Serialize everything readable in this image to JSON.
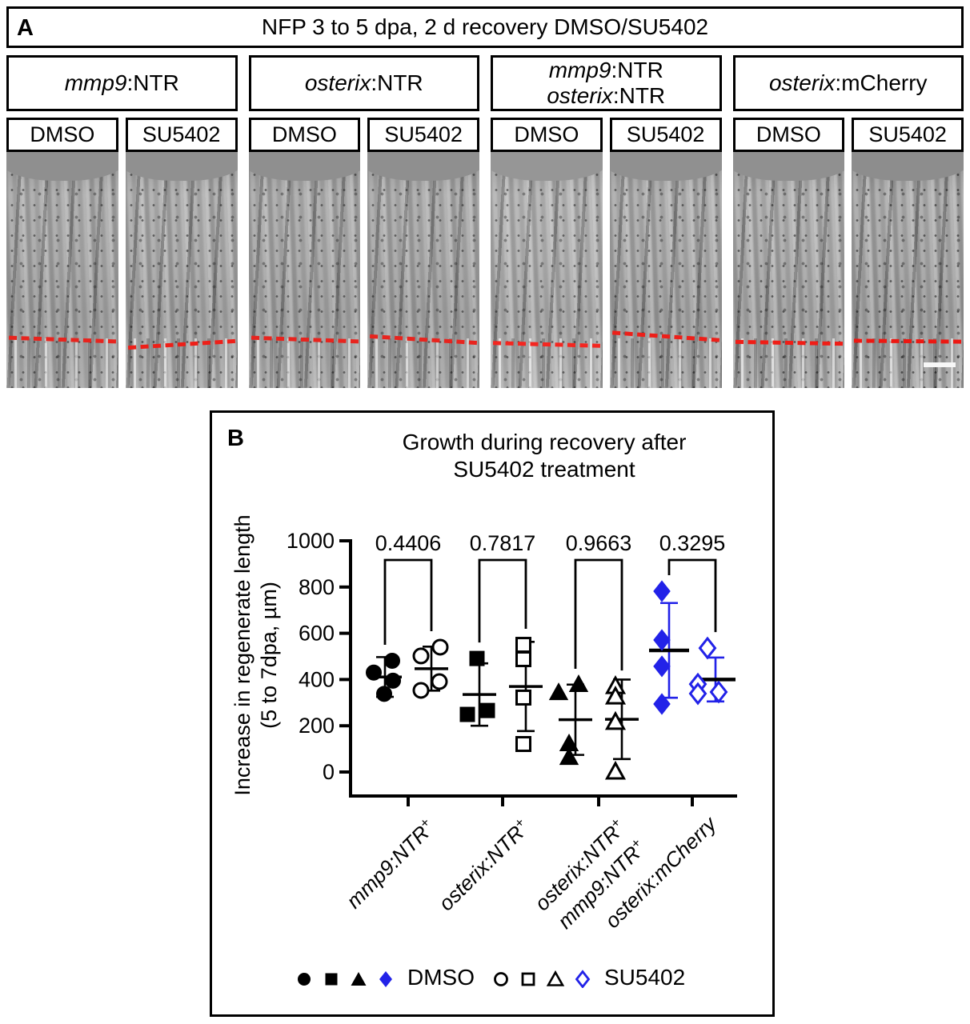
{
  "panelA": {
    "label": "A",
    "header": "NFP 3 to 5 dpa, 2 d recovery DMSO/SU5402",
    "groups": [
      {
        "l1i": "mmp9",
        "l1r": ":NTR",
        "l2i": "",
        "l2r": ""
      },
      {
        "l1i": "osterix",
        "l1r": ":NTR",
        "l2i": "",
        "l2r": ""
      },
      {
        "l1i": "mmp9",
        "l1r": ":NTR",
        "l2i": "osterix",
        "l2r": ":NTR"
      },
      {
        "l1i": "osterix",
        "l1r": ":mCherry",
        "l2i": "",
        "l2r": ""
      }
    ],
    "treatments": [
      "DMSO",
      "SU5402",
      "DMSO",
      "SU5402",
      "DMSO",
      "SU5402",
      "DMSO",
      "SU5402"
    ],
    "micrograph_note": "grayscale fin regenerate micrographs, red dashed amputation plane, scale bar in last image"
  },
  "panelB": {
    "label": "B"
  },
  "chart_data": {
    "type": "scatter",
    "title": [
      "Growth during recovery after",
      "SU5402 treatment"
    ],
    "ylabel": [
      "Increase in regenerate length",
      "(5 to 7dpa, µm)"
    ],
    "ylim": [
      0,
      1000
    ],
    "yticks": [
      0,
      200,
      400,
      600,
      800,
      1000
    ],
    "grid": false,
    "legend_position": "bottom",
    "categories": [
      {
        "lines": [
          {
            "italic": "mmp9",
            "rest": ":NTR",
            "sup": "+"
          }
        ]
      },
      {
        "lines": [
          {
            "italic": "osterix",
            "rest": ":NTR",
            "sup": "+"
          }
        ]
      },
      {
        "lines": [
          {
            "italic": "osterix",
            "rest": ":NTR",
            "sup": "+"
          },
          {
            "italic": "mmp9",
            "rest": ":NTR",
            "sup": "+"
          }
        ]
      },
      {
        "lines": [
          {
            "italic": "osterix",
            "rest": ":mCherry",
            "sup": ""
          }
        ]
      }
    ],
    "p_values": [
      "0.4406",
      "0.7817",
      "0.9663",
      "0.3295"
    ],
    "series_keys": [
      "dmso",
      "su5402"
    ],
    "symbols_by_group": [
      "circle",
      "square",
      "triangle",
      "diamond"
    ],
    "groups": [
      {
        "dmso": {
          "points": [
            481,
            430,
            395,
            338
          ],
          "dx": [
            9,
            -14,
            10,
            -1
          ],
          "mean": 411,
          "sd": 86
        },
        "su5402": {
          "points": [
            540,
            502,
            391,
            353
          ],
          "dx": [
            11,
            -13,
            10,
            -13
          ],
          "mean": 447,
          "sd": 95
        }
      },
      {
        "dmso": {
          "points": [
            491,
            266,
            249
          ],
          "dx": [
            -3,
            10,
            -15
          ],
          "mean": 335,
          "sd": 135
        },
        "su5402": {
          "points": [
            550,
            488,
            322,
            121
          ],
          "dx": [
            -3,
            -3,
            -3,
            -3
          ],
          "mean": 370,
          "sd": 193
        }
      },
      {
        "dmso": {
          "points": [
            377,
            342,
            121,
            62
          ],
          "dx": [
            4,
            -21,
            -8,
            -8
          ],
          "mean": 226,
          "sd": 152
        },
        "su5402": {
          "points": [
            370,
            325,
            215,
            0
          ],
          "dx": [
            -8,
            -8,
            -8,
            -8
          ],
          "mean": 228,
          "sd": 172
        }
      },
      {
        "dmso": {
          "points": [
            782,
            571,
            457,
            294
          ],
          "dx": [
            -9,
            -9,
            -9,
            -9
          ],
          "mean": 526,
          "sd": 205
        },
        "su5402": {
          "points": [
            536,
            380,
            346,
            339
          ],
          "dx": [
            -10,
            -22,
            4,
            -22
          ],
          "mean": 400,
          "sd": 95
        }
      }
    ],
    "legend": {
      "dmso_label": "DMSO",
      "su5402_label": "SU5402"
    },
    "colors": {
      "black": "#000000",
      "blue": "#2222e8",
      "dashed_red": "#e8241e"
    }
  }
}
